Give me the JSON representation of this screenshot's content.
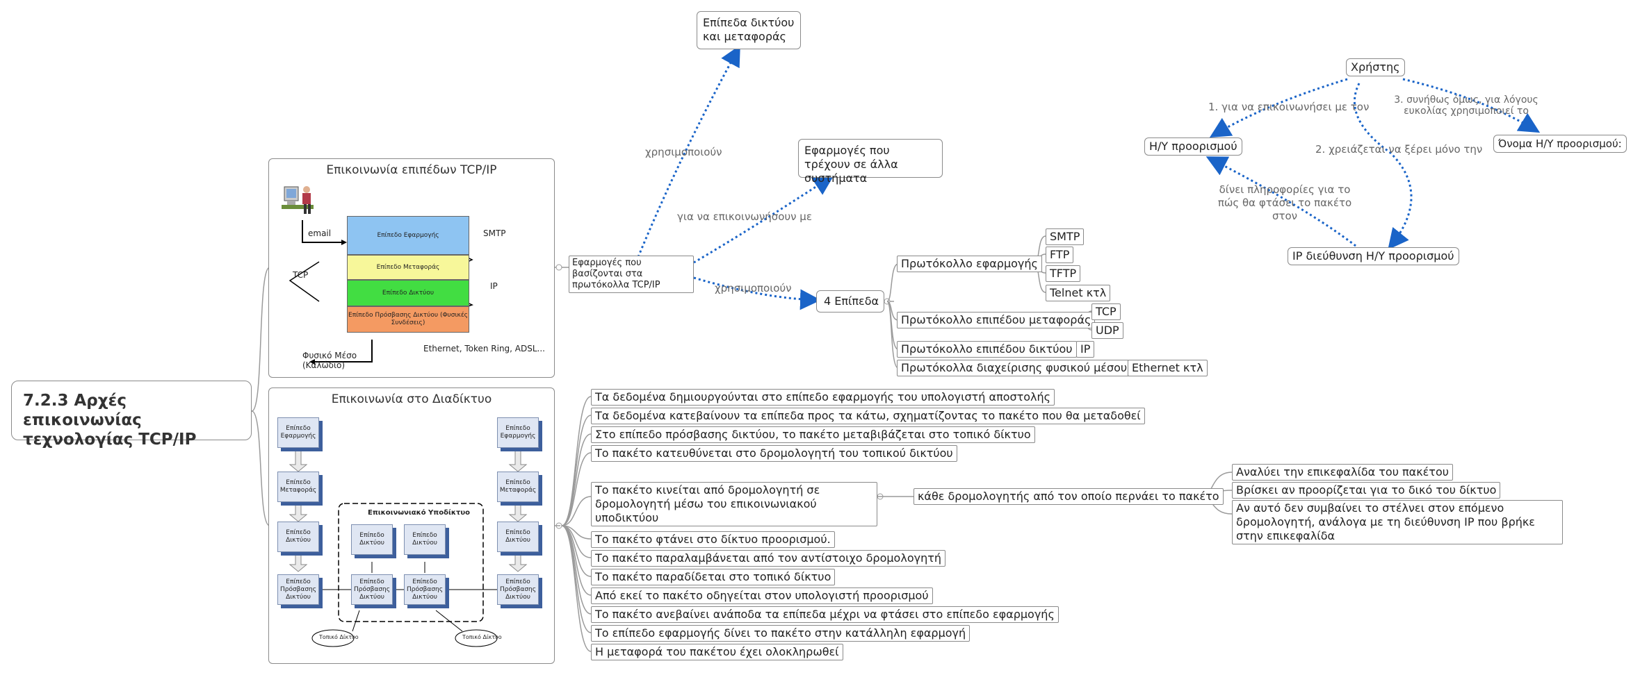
{
  "root_title": "7.2.3 Αρχές επικοινωνίας τεχνολογίας TCP/IP",
  "panel_tcpip": {
    "title": "Επικοινωνία επιπέδων TCP/IP",
    "layers": [
      "Επίπεδο Εφαρμογής",
      "Επίπεδο Μεταφοράς",
      "Επίπεδο Δικτύου",
      "Επίπεδο Πρόσβασης Δικτύου (Φυσικές Συνδέσεις)"
    ],
    "email": "email",
    "smtp": "SMTP",
    "tcp": "TCP",
    "ip": "IP",
    "physical": "Φυσικό Μέσο (Καλώδιο)",
    "ethernet": "Ethernet, Token Ring, ADSL..."
  },
  "panel_internet": {
    "title": "Επικοινωνία στο Διαδίκτυο",
    "left_stack": [
      "Επίπεδο Εφαρμογής",
      "Επίπεδο Μεταφοράς",
      "Επίπεδο Δικτύου",
      "Επίπεδο Πρόσβασης Δικτύου"
    ],
    "right_stack": [
      "Επίπεδο Εφαρμογής",
      "Επίπεδο Μεταφοράς",
      "Επίπεδο Δικτύου",
      "Επίπεδο Πρόσβασης Δικτύου"
    ],
    "subnet_title": "Επικοινωνιακό Υποδίκτυο",
    "subnet_boxes": [
      "Επίπεδο Δικτύου",
      "Επίπεδο Δικτύου",
      "Επίπεδο Πρόσβασης Δικτύου",
      "Επίπεδο Πρόσβασης Δικτύου"
    ],
    "cloud_left": "Τοπικό Δίκτυο",
    "cloud_right": "Τοπικό Δίκτυο"
  },
  "apps_node": "Εφαρμογές που βασίζονται στα πρωτόκολλα TCP/IP",
  "layers_levels": "Επίπεδα δικτύου και μεταφοράς",
  "other_apps": "Εφαρμογές που τρέχουν σε άλλα συστήματα",
  "edge_uses_1": "χρησιμοποιούν",
  "edge_communicate": "για να επικοινωνήσουν με",
  "edge_uses_2": "χρησιμοποιούν",
  "four_layers": "4 Επίπεδα",
  "protocols": [
    {
      "label": "Πρωτόκολλο εφαρμογής",
      "items": [
        "SMTP",
        "FTP",
        "TFTP",
        "Telnet κτλ"
      ]
    },
    {
      "label": "Πρωτόκολλο επιπέδου μεταφοράς",
      "items": [
        "TCP",
        "UDP"
      ]
    },
    {
      "label": "Πρωτόκολλο επιπέδου δικτύου",
      "items": [
        "IP"
      ]
    },
    {
      "label": "Πρωτόκολλα διαχείρισης φυσικού μέσου",
      "items": [
        "Ethernet κτλ"
      ]
    }
  ],
  "user_graph": {
    "user": "Χρήστης",
    "dest_host": "Η/Υ προορισμού",
    "host_name": "Όνομα Η/Υ προορισμού:",
    "ip_addr": "IP διεύθυνση Η/Υ προορισμού",
    "e1": "1. για να επικοινωνήσει με τον",
    "e2": "2. χρειάζεται να ξέρει μόνο την",
    "e3": "3. συνήθως όμως, για λόγους ευκολίας χρησιμοποιεί το",
    "e4": "δίνει πληροφορίες για το πώς θα φτάσει το πακέτο στον"
  },
  "steps": [
    "Τα δεδομένα δημιουργούνται στο επίπεδο εφαρμογής του υπολογιστή αποστολής",
    "Τα δεδομένα κατεβαίνουν τα επίπεδα προς τα κάτω, σχηματίζοντας το πακέτο που θα μεταδοθεί",
    "Στο επίπεδο πρόσβασης δικτύου, το πακέτο μεταβιβάζεται στο τοπικό δίκτυο",
    "Το πακέτο κατευθύνεται στο δρομολογητή του τοπικού δικτύου",
    "Το πακέτο κινείται από δρομολογητή σε δρομολογητή μέσω του  επικοινωνιακού υποδικτύου",
    "Το πακέτο φτάνει στο δίκτυο προορισμού.",
    "Το πακέτο παραλαμβάνεται από τον αντίστοιχο δρομολογητή",
    "Το πακέτο παραδίδεται στο τοπικό δίκτυο",
    "Από εκεί το πακέτο οδηγείται στον υπολογιστή προορισμού",
    "Το πακέτο ανεβαίνει ανάποδα τα επίπεδα μέχρι να φτάσει στο επίπεδο εφαρμογής",
    "Το επίπεδο εφαρμογής δίνει το πακέτο στην κατάλληλη εφαρμογή",
    "Η μεταφορά του πακέτου έχει ολοκληρωθεί"
  ],
  "router_node": "κάθε δρομολογητής από τον οποίο περνάει το πακέτο",
  "router_actions": [
    "Αναλύει την επικεφαλίδα του πακέτου",
    "Βρίσκει αν προορίζεται για το δικό του δίκτυο",
    "Αν αυτό δεν συμβαίνει το στέλνει στον επόμενο δρομολογητή, ανάλογα με τη διεύθυνση IP που βρήκε στην επικεφαλίδα"
  ],
  "colors": {
    "edge_blue": "#1a64c8",
    "line_gray": "#9a9a9a",
    "app_layer": "#8ec4f2",
    "transport_layer": "#f7f79a",
    "network_layer": "#42dd42",
    "access_layer": "#f49a62"
  }
}
